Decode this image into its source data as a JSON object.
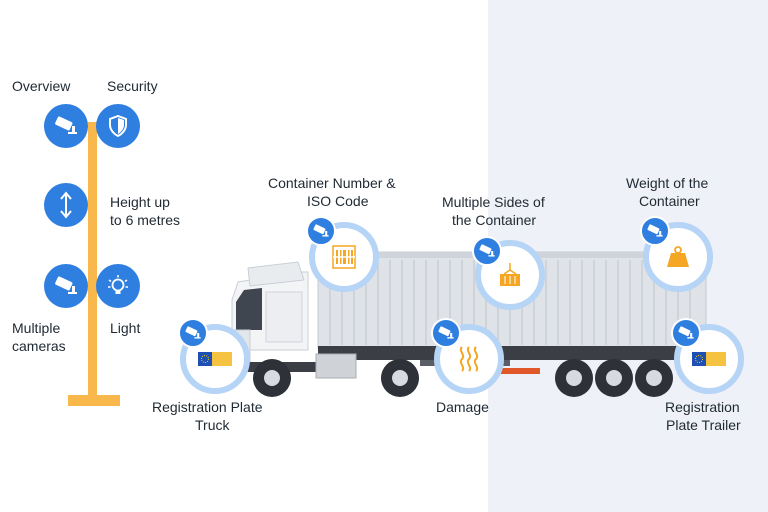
{
  "pole_labels": {
    "overview": "Overview",
    "security": "Security",
    "height_line1": "Height up",
    "height_line2": "to 6 metres",
    "multiple_line1": "Multiple",
    "multiple_line2": "cameras",
    "light": "Light"
  },
  "truck_labels": {
    "container_line1": "Container Number &",
    "container_line2": "ISO Code",
    "sides_line1": "Multiple Sides of",
    "sides_line2": "the Container",
    "weight_line1": "Weight of the",
    "weight_line2": "Container",
    "plate_truck_line1": "Registration Plate",
    "plate_truck_line2": "Truck",
    "damage": "Damage",
    "plate_trailer_line1": "Registration",
    "plate_trailer_line2": "Plate Trailer"
  },
  "colors": {
    "accent_blue": "#2f7fe0",
    "ring_blue": "#b6d4f6",
    "pole_orange": "#f8b84b",
    "icon_orange": "#f5a623",
    "right_panel": "#eef1f7"
  },
  "icons": [
    "camera-icon",
    "shield-icon",
    "arrows-vertical-icon",
    "bulb-icon",
    "barcode-icon",
    "crane-container-icon",
    "weight-icon",
    "eu-plate-icon",
    "damage-waves-icon"
  ]
}
